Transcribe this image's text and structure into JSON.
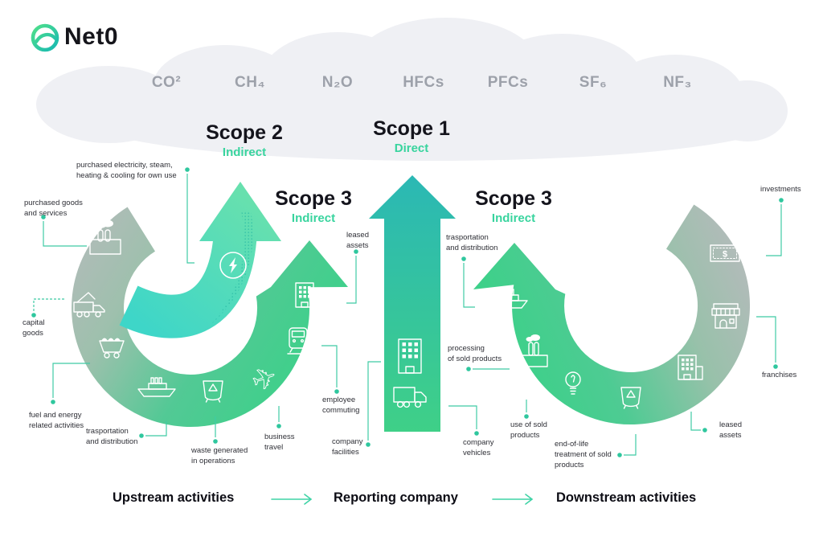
{
  "logo": {
    "text": "Net0"
  },
  "cloud": {
    "gases": [
      "CO²",
      "CH₄",
      "N₂O",
      "HFCs",
      "PFCs",
      "SF₆",
      "NF₃"
    ]
  },
  "scopes": {
    "scope2": {
      "title": "Scope 2",
      "kind": "Indirect"
    },
    "scope1": {
      "title": "Scope 1",
      "kind": "Direct"
    },
    "scope3_left": {
      "title": "Scope 3",
      "kind": "Indirect"
    },
    "scope3_right": {
      "title": "Scope 3",
      "kind": "Indirect"
    }
  },
  "labels": {
    "purchased_electricity": "purchased electricity, steam,\nheating & cooling for own use",
    "purchased_goods": "purchased goods\nand services",
    "capital_goods": "capital\ngoods",
    "fuel_energy": "fuel and energy\nrelated activities",
    "transport_left": "trasportation\nand distribution",
    "waste": "waste generated\nin operations",
    "business_travel": "business\ntravel",
    "employee_commuting": "employee\ncommuting",
    "company_facilities": "company\nfacilities",
    "company_vehicles": "company\nvehicles",
    "leased_assets_left": "leased\nassets",
    "transport_right": "trasportation\nand distribution",
    "processing_sold": "processing\nof sold products",
    "use_of_sold": "use of sold\nproducts",
    "end_of_life": "end-of-life\ntreatment of sold\nproducts",
    "leased_assets_right": "leased\nassets",
    "franchises": "franchises",
    "investments": "investments"
  },
  "legend": {
    "upstream": "Upstream activities",
    "reporting": "Reporting company",
    "downstream": "Downstream activities"
  },
  "icons": {
    "dollar_sign": "$",
    "airplane": "✈"
  },
  "colors": {
    "accent_green": "#3ed08a",
    "teal": "#2bb8b4",
    "arc_gray": "#b3bbba",
    "leader_line": "#3fcba5",
    "cloud_fill": "#eff0f4"
  }
}
